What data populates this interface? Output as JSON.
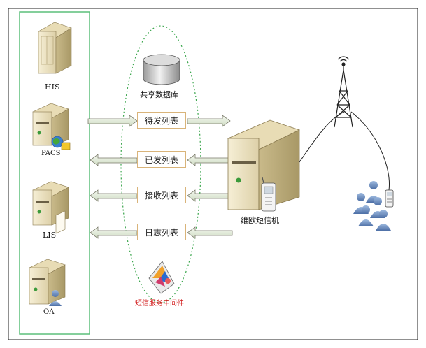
{
  "systems": [
    {
      "id": "his",
      "label": "HIS",
      "icon": "server-tower-icon"
    },
    {
      "id": "pacs",
      "label": "PACS",
      "icon": "server-globe-icon"
    },
    {
      "id": "lis",
      "label": "LIS",
      "icon": "server-document-icon"
    },
    {
      "id": "oa",
      "label": "OA",
      "icon": "server-user-icon"
    }
  ],
  "database": {
    "label": "共享数据库",
    "icon": "database-icon"
  },
  "queues": [
    {
      "label": "待发列表"
    },
    {
      "label": "已发列表"
    },
    {
      "label": "接收列表"
    },
    {
      "label": "日志列表"
    }
  ],
  "middleware": {
    "label": "短信服务中间件",
    "icon": "middleware-icon"
  },
  "sms_machine": {
    "label": "维欧短信机",
    "icon": "sms-server-icon"
  },
  "tower": {
    "icon": "cell-tower-icon"
  },
  "users": {
    "icon": "user-group-phone-icon"
  },
  "colors": {
    "panel_border": "#5cbf7a",
    "ellipse": "#3aa64c",
    "box_border": "#d9b47a",
    "arrow_fill": "#e8f0e2",
    "arrow_stroke": "#7a7a6a",
    "server_body": "#efe6c8",
    "middleware_text": "#d21a1a"
  }
}
